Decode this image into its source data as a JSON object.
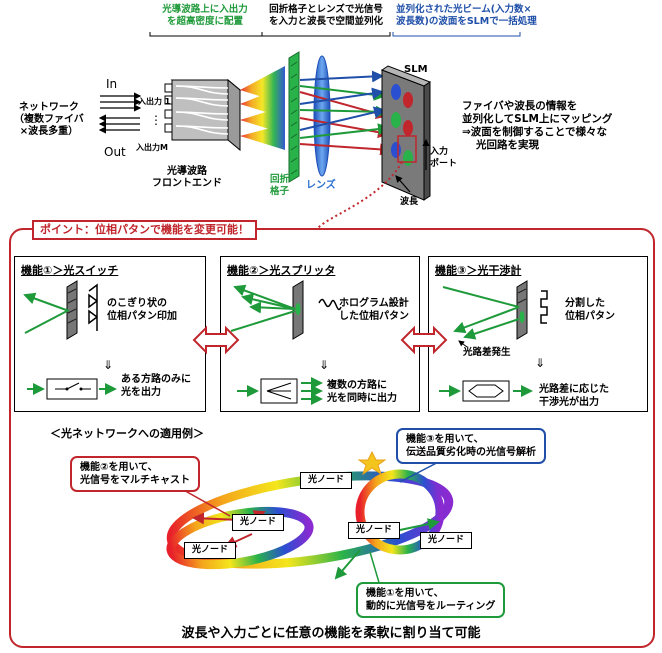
{
  "top": {
    "caption_waveguide": [
      "光導波路上に入出力",
      "を超高密度に配置"
    ],
    "caption_grating": [
      "回折格子とレンズで光信号",
      "を入力と波長で空間並列化"
    ],
    "caption_slm": [
      "並列化された光ビーム(入力数×",
      "波長数)の波面をSLMで一括処理"
    ],
    "network_label": [
      "ネットワーク",
      "（複数ファイバ",
      "×波長多重）"
    ],
    "in_label": "In",
    "out_label": "Out",
    "input1_label": "入出力 1",
    "inputM_label": "入出力M",
    "frontend_label": [
      "光導波路",
      "フロントエンド"
    ],
    "grating_label": [
      "回折",
      "格子"
    ],
    "lens_label": "レンズ",
    "slm_label": "SLM",
    "port_label": [
      "入力",
      "ポート"
    ],
    "wavelength_label": "波長",
    "right_text": [
      "ファイバや波長の情報を",
      "並列化してSLM上にマッピング",
      "⇒波面を制御することで様々な",
      "光回路を実現"
    ]
  },
  "point_title": "ポイント：位相パタンで機能を変更可能！",
  "functions": [
    {
      "title": "機能①＞光スイッチ",
      "desc": [
        "のこぎり状の",
        "位相パタン印加"
      ],
      "result": [
        "ある方路のみに",
        "光を出力"
      ]
    },
    {
      "title": "機能②＞光スプリッタ",
      "desc": [
        "ホログラム設計",
        "した位相パタン"
      ],
      "result": [
        "複数の方路に",
        "光を同時に出力"
      ]
    },
    {
      "title": "機能③＞光干渉計",
      "desc": [
        "分割した",
        "位相パタン"
      ],
      "path_diff": "光路差発生",
      "result": [
        "光路差に応じた",
        "干渉光が出力"
      ]
    }
  ],
  "application_title": "＜光ネットワークへの適用例＞",
  "callouts": {
    "c2": [
      "機能②を用いて、",
      "光信号をマルチキャスト"
    ],
    "c3": [
      "機能③を用いて、",
      "伝送品質劣化時の光信号解析"
    ],
    "c1": [
      "機能①を用いて、",
      "動的に光信号をルーティング"
    ]
  },
  "node_label": "光ノード",
  "bottom_text": "波長や入力ごとに任意の機能を柔軟に割り当て可能",
  "colors": {
    "red": "#c0262c",
    "green": "#1f9a3a",
    "blue": "#1f4fa8",
    "lens": "#2b6fd1"
  }
}
